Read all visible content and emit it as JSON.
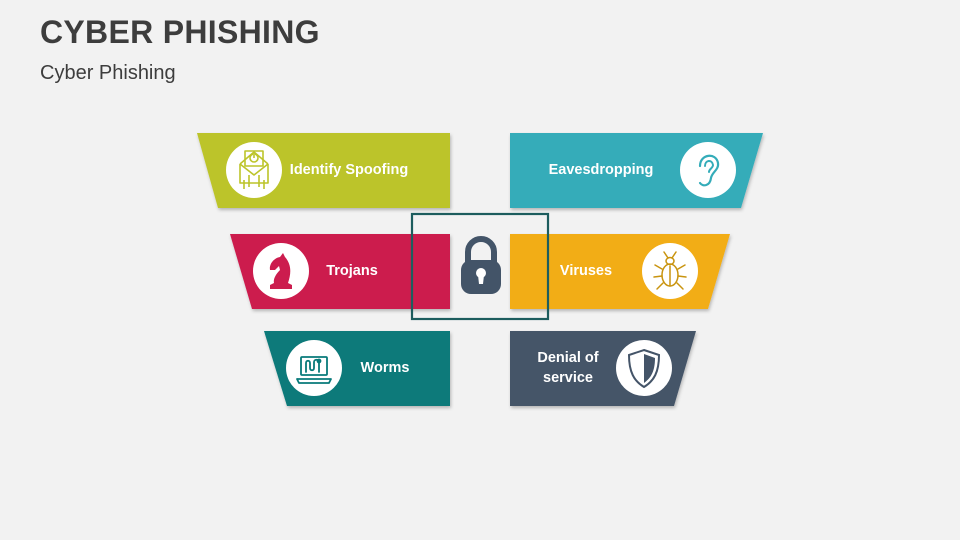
{
  "header": {
    "title": "CYBER PHISHING",
    "subtitle": "Cyber Phishing"
  },
  "colors": {
    "identify_spoofing": "#bcc42a",
    "eavesdropping": "#34acb9",
    "trojans": "#cc1c4e",
    "viruses": "#f2ad17",
    "worms": "#087a7a",
    "denial_of_service": "#445468",
    "lock": "#435468",
    "frame": "#1d5d5e"
  },
  "cards": {
    "identify_spoofing": {
      "label": "Identify Spoofing",
      "icon": "spoofing-email-icon"
    },
    "eavesdropping": {
      "label": "Eavesdropping",
      "icon": "ear-icon"
    },
    "trojans": {
      "label": "Trojans",
      "icon": "chess-knight-icon"
    },
    "viruses": {
      "label": "Viruses",
      "icon": "bug-icon"
    },
    "worms": {
      "label": "Worms",
      "icon": "laptop-worm-icon"
    },
    "denial_of_service": {
      "label": "Denial of service",
      "icon": "shield-icon"
    }
  },
  "center": {
    "icon": "padlock-icon"
  }
}
